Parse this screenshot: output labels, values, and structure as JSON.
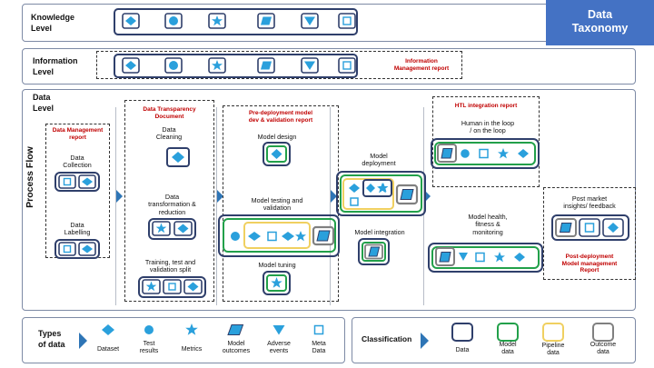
{
  "title": {
    "line1": "Data",
    "line2": "Taxonomy"
  },
  "levels": {
    "knowledge": {
      "line1": "Knowledge",
      "line2": "Level"
    },
    "information": {
      "line1": "Information",
      "line2": "Level"
    },
    "data": {
      "line1": "Data",
      "line2": "Level"
    }
  },
  "information_report": {
    "line1": "Information",
    "line2": "Management report"
  },
  "process_flow": "Process Flow",
  "data_management_report": {
    "line1": "Data Management",
    "line2": "report"
  },
  "data_collection": {
    "line1": "Data",
    "line2": "Collection"
  },
  "data_labelling": {
    "line1": "Data",
    "line2": "Labelling"
  },
  "transparency_doc": {
    "line1": "Data Transparency",
    "line2": "Document"
  },
  "data_cleaning": {
    "line1": "Data",
    "line2": "Cleaning"
  },
  "data_transformation": {
    "line1": "Data",
    "line2": "transformation &",
    "line3": "reduction"
  },
  "training_split": {
    "line1": "Training, test and",
    "line2": "validation split"
  },
  "predeploy_report": {
    "line1": "Pre-deployment model",
    "line2": "dev & validation report"
  },
  "model_design": "Model design",
  "model_testing": {
    "line1": "Model testing and",
    "line2": "validation"
  },
  "model_tuning": "Model tuning",
  "model_deployment": {
    "line1": "Model",
    "line2": "deployment"
  },
  "model_integration": "Model integration",
  "htl_report": "HTL integration report",
  "human_loop": {
    "line1": "Human in the loop",
    "line2": "/ on the loop"
  },
  "model_health": {
    "line1": "Model health,",
    "line2": "fitness &",
    "line3": "monitoring"
  },
  "post_market": {
    "line1": "Post market",
    "line2": "insights/ feedback"
  },
  "postdeploy_report": {
    "line1": "Post-deployment",
    "line2": "Model management",
    "line3": "Report"
  },
  "types_of_data": {
    "line1": "Types",
    "line2": "of data"
  },
  "data_types": [
    {
      "icon": "diamond-icon",
      "label1": "Dataset",
      "label2": ""
    },
    {
      "icon": "circle-icon",
      "label1": "Test",
      "label2": "results"
    },
    {
      "icon": "star-icon",
      "label1": "Metrics",
      "label2": ""
    },
    {
      "icon": "parallelogram-icon",
      "label1": "Model",
      "label2": "outcomes"
    },
    {
      "icon": "triangle-down-icon",
      "label1": "Adverse",
      "label2": "events"
    },
    {
      "icon": "square-icon",
      "label1": "Meta",
      "label2": "Data"
    }
  ],
  "classification": {
    "title": "Classification",
    "items": [
      {
        "label1": "Data",
        "label2": "",
        "color": "#2f3f6b"
      },
      {
        "label1": "Model",
        "label2": "data",
        "color": "#22a04a"
      },
      {
        "label1": "Pipeline",
        "label2": "data",
        "color": "#f0d060"
      },
      {
        "label1": "Outcome",
        "label2": "data",
        "color": "#808080"
      }
    ]
  },
  "colors": {
    "icon_fill": "#2aa0dc",
    "navy": "#2f3f6b",
    "green": "#22a04a",
    "yellow": "#f0d060",
    "grey": "#808080",
    "accent_red": "#c00000",
    "arrow_blue": "#2e75b6",
    "title_bg": "#4472c4"
  }
}
